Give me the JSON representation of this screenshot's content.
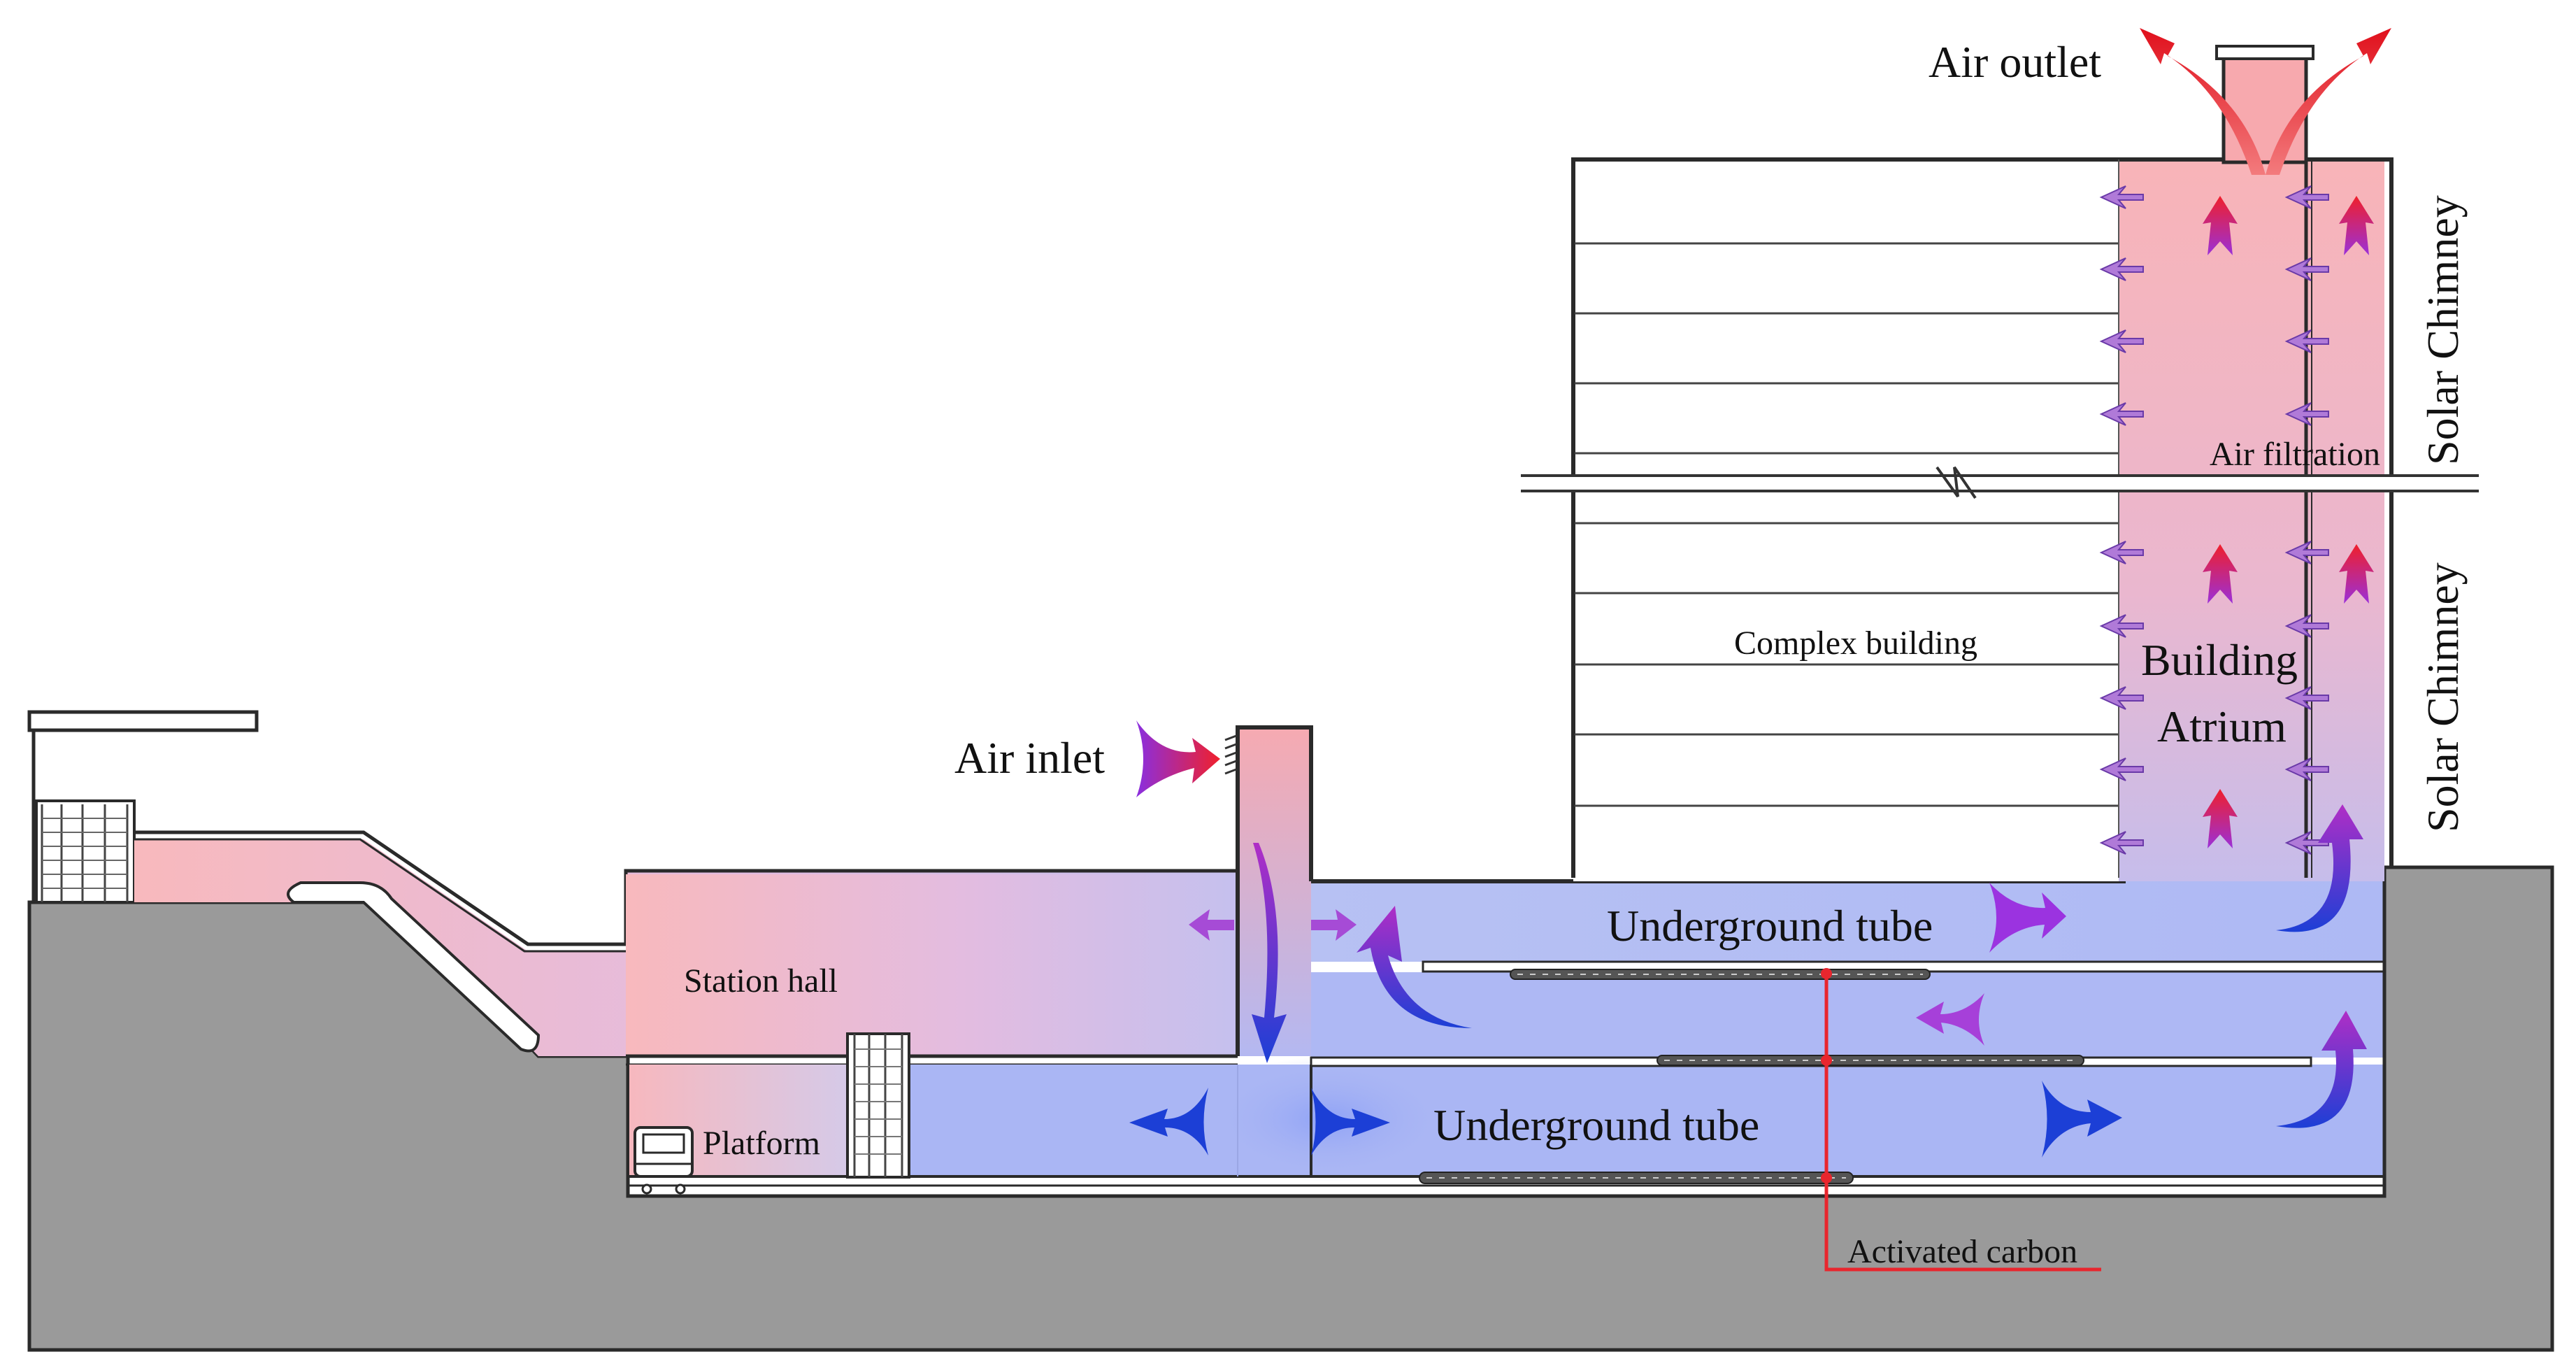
{
  "labels": {
    "air_outlet": "Air outlet",
    "air_inlet": "Air inlet",
    "solar_chimney_upper": "Solar Chimney",
    "solar_chimney_lower": "Solar Chimney",
    "air_filtration": "Air filtration",
    "complex_building": "Complex building",
    "building_atrium_line1": "Building",
    "building_atrium_line2": "Atrium",
    "station_hall": "Station hall",
    "platform": "Platform",
    "underground_tube_upper": "Underground tube",
    "underground_tube_lower": "Underground tube",
    "activated_carbon": "Activated carbon"
  },
  "colors": {
    "ground": "#999999",
    "outline": "#2a2a2a",
    "warm_air": "#f7b3b8",
    "cool_air": "#aab8f5",
    "hot_arrow": "#e8262e",
    "mid_arrow": "#9b30d9",
    "cold_arrow": "#1c3fd6",
    "carbon_line": "#e8262e"
  }
}
